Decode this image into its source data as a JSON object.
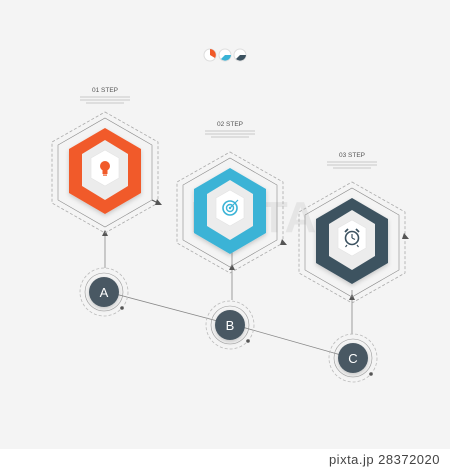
{
  "steps": [
    {
      "title": "01 STEP",
      "letter": "A",
      "color": "#f15a29",
      "icon": "lightbulb-icon"
    },
    {
      "title": "02 STEP",
      "letter": "B",
      "color": "#3ab3d6",
      "icon": "target-icon"
    },
    {
      "title": "03 STEP",
      "letter": "C",
      "color": "#3c5260",
      "icon": "alarm-clock-icon"
    }
  ],
  "legend_dots": [
    "#f15a29",
    "#3ab3d6",
    "#3c5260"
  ],
  "watermark": "PIXTA",
  "footer": {
    "site": "pixta.jp",
    "id": "28372020"
  }
}
